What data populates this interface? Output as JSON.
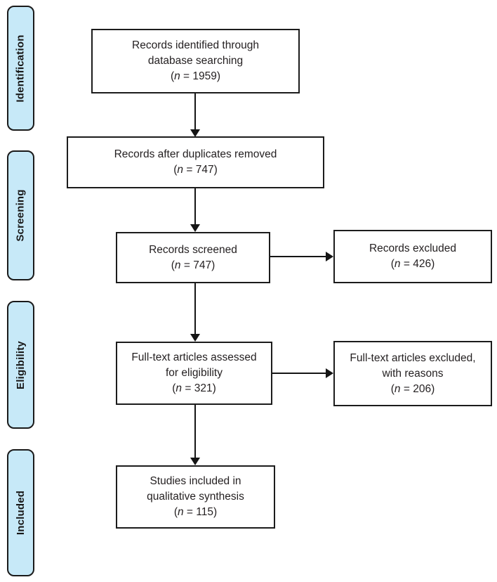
{
  "stages": [
    {
      "label": "Identification"
    },
    {
      "label": "Screening"
    },
    {
      "label": "Eligibility"
    },
    {
      "label": "Included"
    }
  ],
  "boxes": {
    "identified": {
      "line1": "Records identified through",
      "line2": "database searching",
      "n_open": "(",
      "n_symbol": "n",
      "n_rest": " = 1959)",
      "n_value": 1959
    },
    "deduplicated": {
      "line1": "Records after duplicates removed",
      "n_open": "(",
      "n_symbol": "n",
      "n_rest": " = 747)",
      "n_value": 747
    },
    "screened": {
      "line1": "Records screened",
      "n_open": "(",
      "n_symbol": "n",
      "n_rest": " = 747)",
      "n_value": 747
    },
    "records_excluded": {
      "line1": "Records excluded",
      "n_open": "(",
      "n_symbol": "n",
      "n_rest": " = 426)",
      "n_value": 426
    },
    "fulltext_assessed": {
      "line1": "Full-text articles assessed",
      "line2": "for eligibility",
      "n_open": "(",
      "n_symbol": "n",
      "n_rest": " = 321)",
      "n_value": 321
    },
    "fulltext_excluded": {
      "line1": "Full-text articles excluded,",
      "line2": "with reasons",
      "n_open": "(",
      "n_symbol": "n",
      "n_rest": " = 206)",
      "n_value": 206
    },
    "included_qualitative": {
      "line1": "Studies included in",
      "line2": "qualitative synthesis",
      "n_open": "(",
      "n_symbol": "n",
      "n_rest": " = 115)",
      "n_value": 115
    }
  },
  "colors": {
    "stage_fill": "#c7e9f8",
    "stage_border": "#1a1a1a",
    "box_border": "#1c1c1c",
    "arrow": "#151515",
    "text": "#231f20",
    "bg": "#ffffff"
  }
}
